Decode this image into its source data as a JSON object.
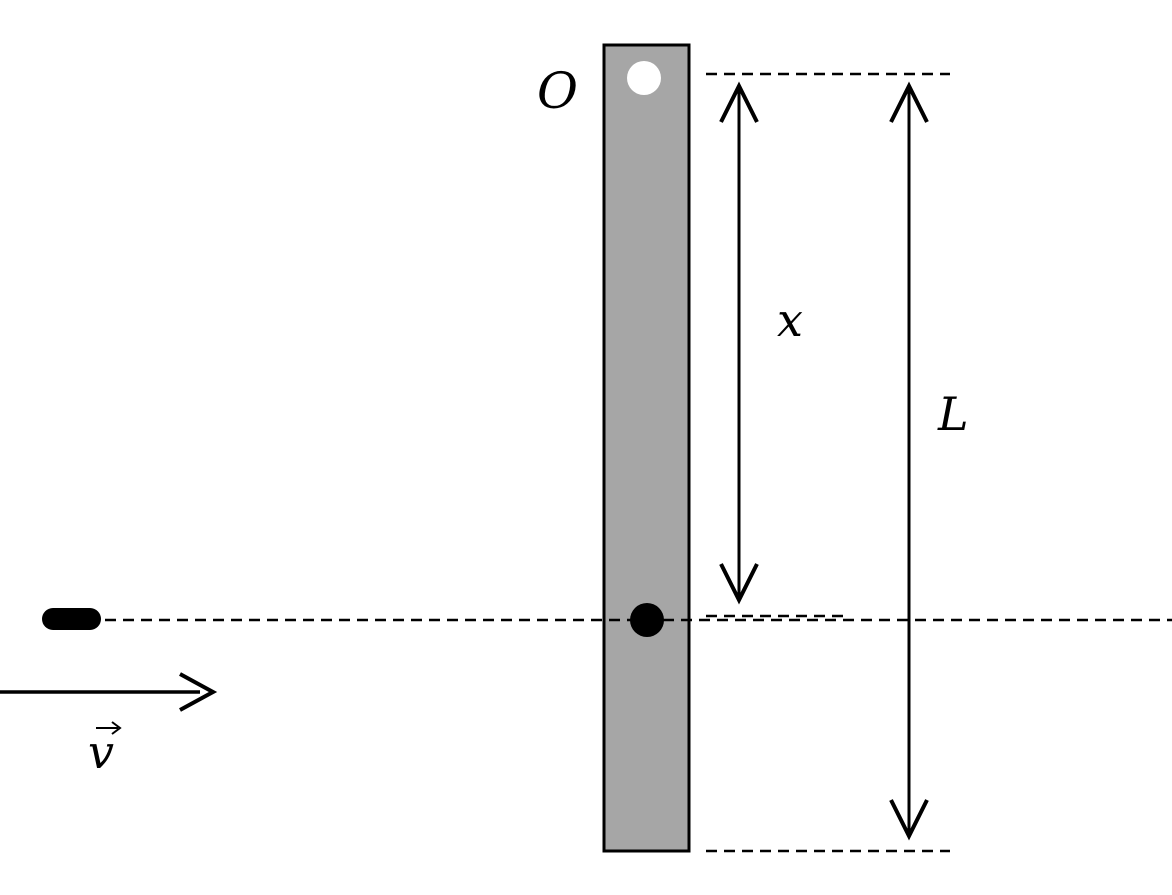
{
  "labels": {
    "pivot": "O",
    "distance": "x",
    "length": "L",
    "velocity": "v"
  },
  "colors": {
    "rod_fill": "#a6a6a6",
    "rod_stroke": "#000000",
    "line": "#000000",
    "pivot_hole": "#ffffff",
    "background": "#ffffff"
  }
}
